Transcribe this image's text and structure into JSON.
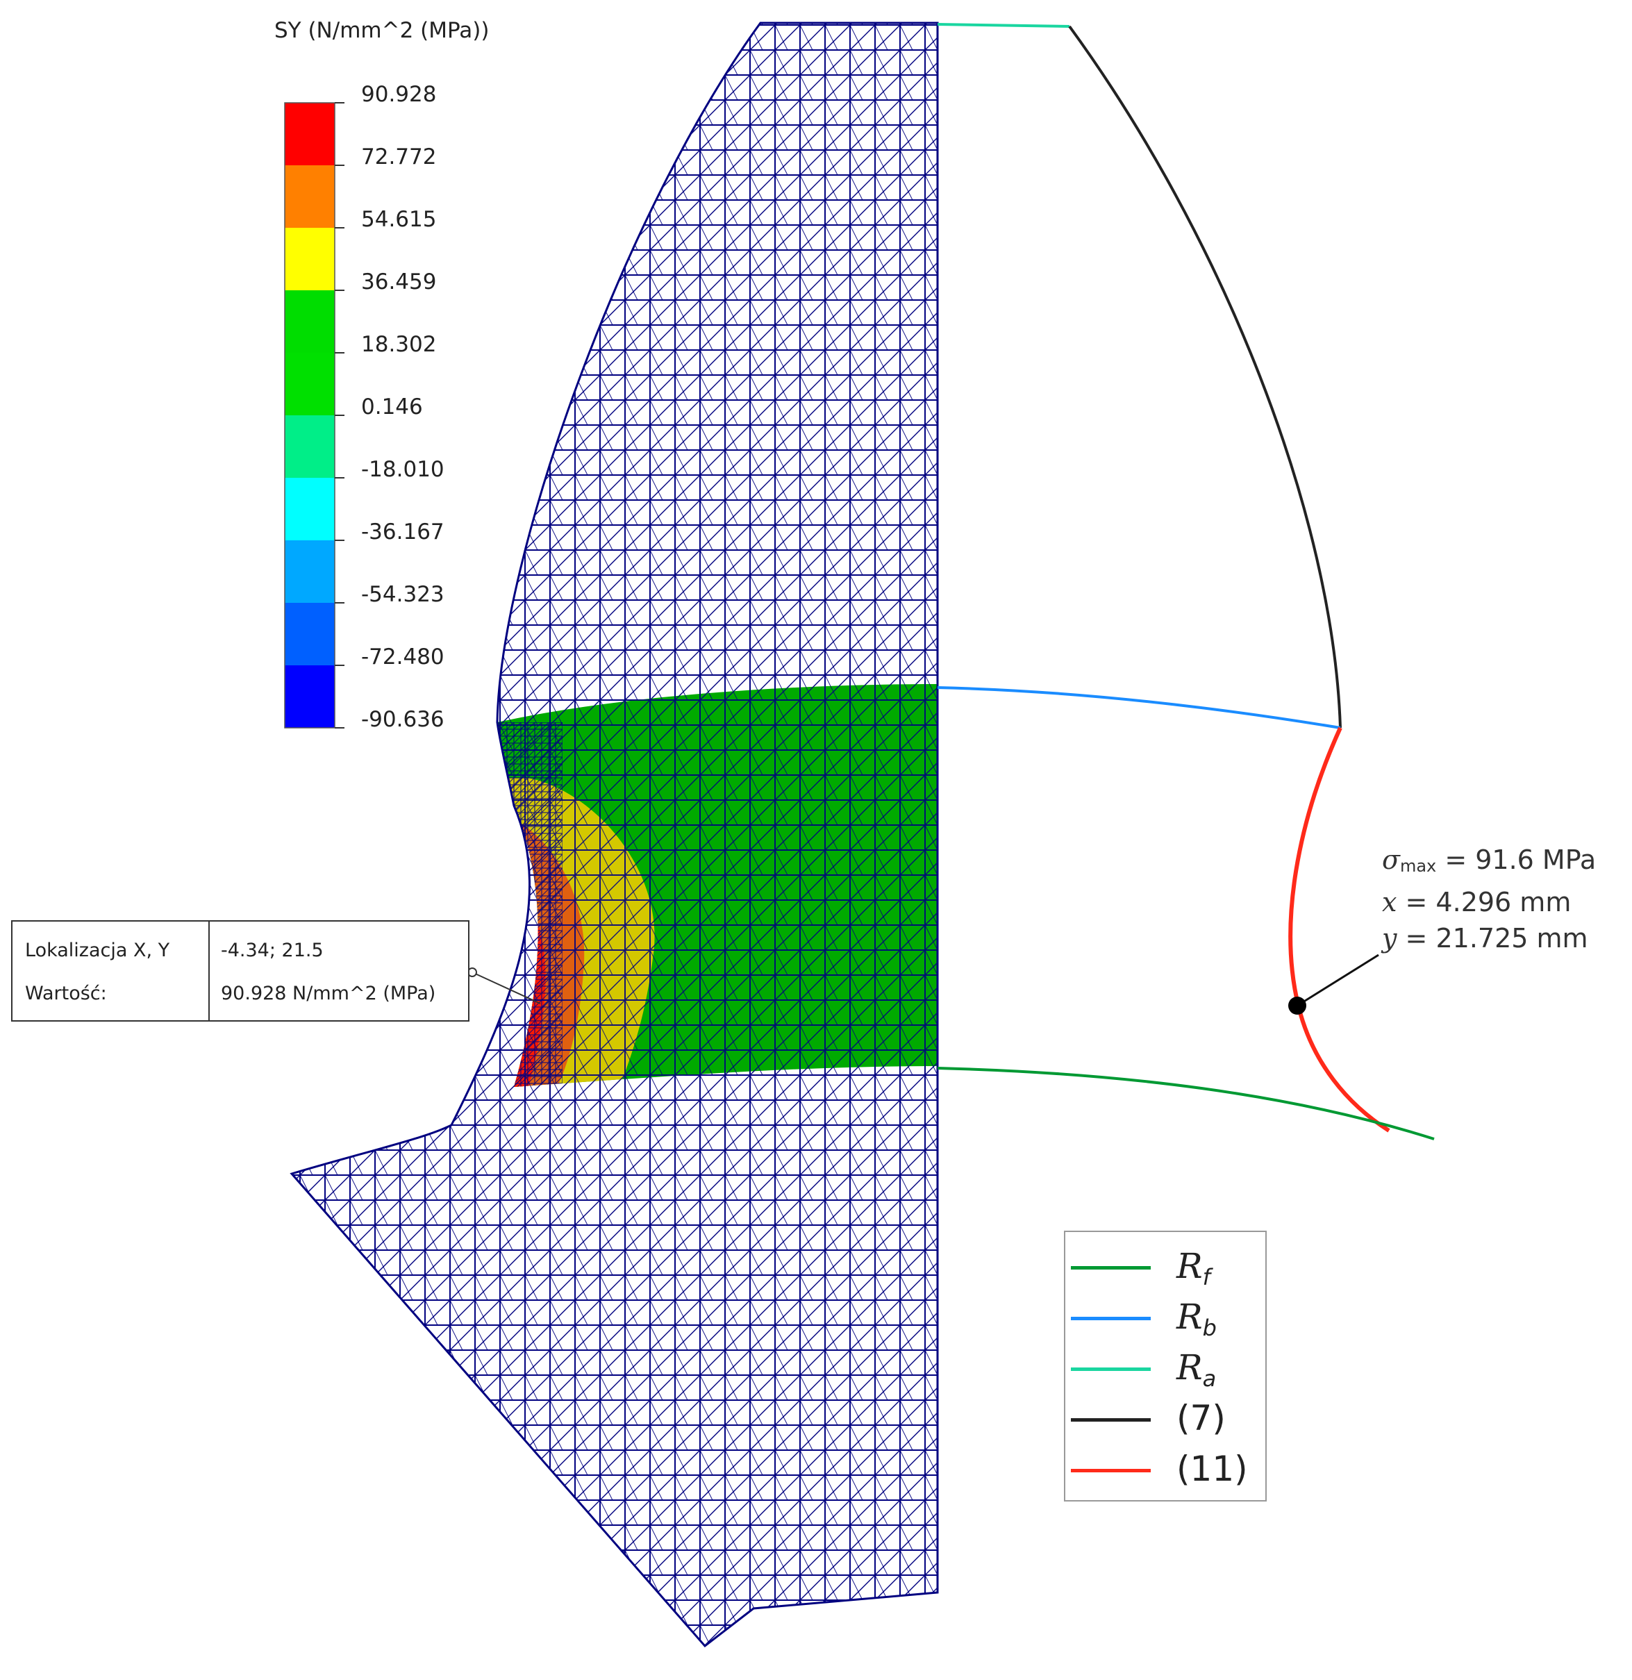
{
  "colorbar": {
    "title": "SY (N/mm^2 (MPa))",
    "ticks": [
      "90.928",
      "72.772",
      "54.615",
      "36.459",
      "18.302",
      "0.146",
      "-18.010",
      "-36.167",
      "-54.323",
      "-72.480",
      "-90.636"
    ],
    "bands": [
      "#ff0000",
      "#ff8000",
      "#ffff00",
      "#00dd00",
      "#00e000",
      "#00ee88",
      "#00ffff",
      "#00a8ff",
      "#0060ff",
      "#0000ff"
    ]
  },
  "probe": {
    "location_label": "Lokalizacja X, Y",
    "location_value": "-4.34; 21.5",
    "value_label": "Wartość:",
    "value_value": "90.928 N/mm^2 (MPa)"
  },
  "annotation": {
    "sigma_symbol": "σ",
    "sigma_sub": "max",
    "sigma_value": " = 91.6 MPa",
    "x_symbol": "x",
    "x_value": " = 4.296 mm",
    "y_symbol": "y",
    "y_value": " = 21.725 mm"
  },
  "legend": [
    {
      "base": "R",
      "sub": "f",
      "text": "",
      "color": "#009933"
    },
    {
      "base": "R",
      "sub": "b",
      "text": "",
      "color": "#1a8cff"
    },
    {
      "base": "R",
      "sub": "a",
      "text": "",
      "color": "#1ad6a0"
    },
    {
      "base": "",
      "sub": "",
      "text": "(7)",
      "color": "#222222"
    },
    {
      "base": "",
      "sub": "",
      "text": "(11)",
      "color": "#ff2a1a"
    }
  ],
  "colors": {
    "mesh": "#000080",
    "fillet_stress_zone": "#00aa00",
    "high_stress_zone": "#ddcc00",
    "max_stress_zone": "#ff3300",
    "point_marker": "#000000"
  }
}
